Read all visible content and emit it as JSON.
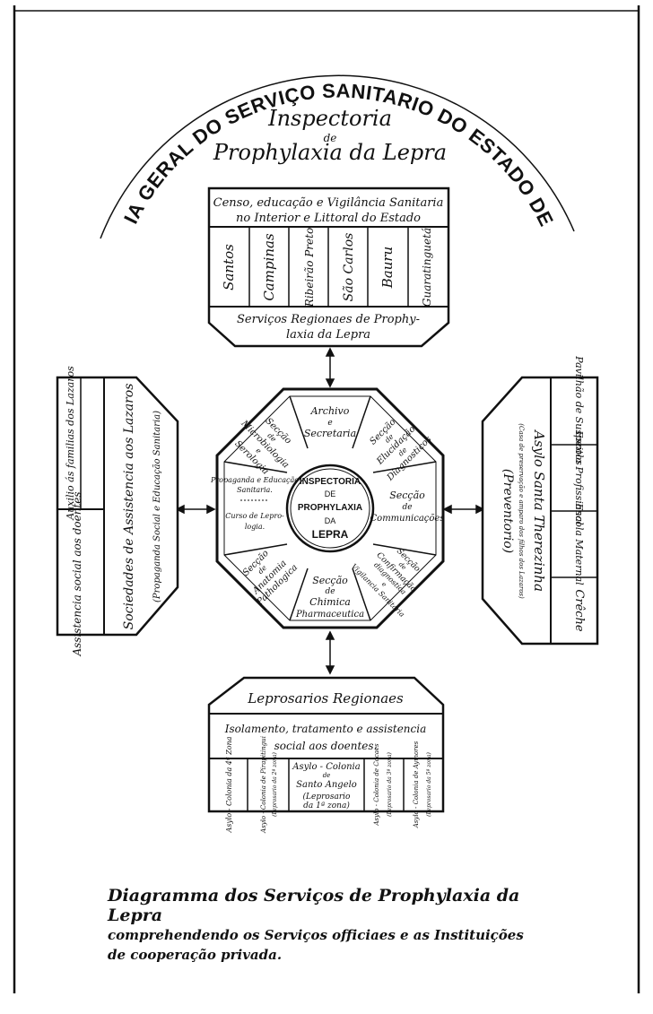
{
  "header": {
    "arc_title": "DIRECTORIA GERAL DO SERVIÇO SANITARIO DO ESTADO DE S.PAULO",
    "title_line1": "Inspectoria",
    "title_line2": "de",
    "title_line3": "Prophylaxia da Lepra"
  },
  "top_box": {
    "header_line1": "Censo, educação e Vigilância Sanitaria",
    "header_line2": "no Interior e Littoral do Estado",
    "cities": [
      "Santos",
      "Campinas",
      "Ribeirão Preto",
      "São Carlos",
      "Bauru",
      "Guaratinguetá"
    ],
    "footer_line1": "Serviços Regionaes de Prophy-",
    "footer_line2": "laxia da Lepra"
  },
  "center": {
    "core_line1": "INSPECTORIA",
    "core_line2": "DE",
    "core_line3": "PROPHYLAXIA",
    "core_line4": "DA",
    "core_line5": "LEPRA",
    "sections": [
      {
        "l1": "Archivo",
        "l2": "e",
        "l3": "Secretaria"
      },
      {
        "l1": "Secção",
        "l2": "de",
        "l3": "Elucidação",
        "l4": "de",
        "l5": "Diagnosticos"
      },
      {
        "l1": "Secção",
        "l2": "de",
        "l3": "Communicações"
      },
      {
        "l1": "Secção",
        "l2": "de",
        "l3": "Confirmação",
        "l4": "diagnostica",
        "l5": "e",
        "l6": "Vigilancia Sanitaria"
      },
      {
        "l1": "Secção",
        "l2": "de",
        "l3": "Chimica",
        "l4": "Pharmaceutica"
      },
      {
        "l1": "Secção",
        "l2": "de",
        "l3": "Anatomia",
        "l4": "Pathologica"
      },
      {
        "l1": "Propaganda e Educação",
        "l2": "Sanitaria.",
        "l3": "Curso de Lepro-",
        "l4": "logia."
      },
      {
        "l1": "Secção",
        "l2": "de",
        "l3": "Microbiologia",
        "l4": "e",
        "l5": "Serologia"
      }
    ]
  },
  "left_box": {
    "top_col": "Auxilio ás familias dos Lazaros",
    "bottom_col": "Assistencia social aos doentes",
    "middle_title": "Sociedades de Assistencia aos Lazaros",
    "middle_sub": "(Propaganda Social e Educação Sanitaria)"
  },
  "right_box": {
    "cells_top": [
      "Pavilhão de Suspeitos",
      "Escola Profissional",
      "Escola Maternal",
      "Crêche"
    ],
    "title": "Asylo Santa Therezinha",
    "subtitle": "(Casa de preservação e amparo dos filhos dos Lazaros)",
    "label": "(Preventorio)"
  },
  "bottom_box": {
    "header": "Leprosarios Regionaes",
    "sub_line1": "Isolamento, tratamento e assistencia",
    "sub_line2": "social aos doentes.",
    "col1": "Asylo - Colonia da 4ª Zona",
    "col2a": "Asylo - Colonia de Pirapitingui",
    "col2b": "(Leprosario da 2ª zona)",
    "col3_l1": "Asylo - Colonia",
    "col3_l2": "de",
    "col3_l3": "Santo Angelo",
    "col3_l4": "(Leprosario",
    "col3_l5": "da 1ª zona)",
    "col4a": "Asylo - Colonia de Cocaes",
    "col4b": "(Leprosario da 3ª zona)",
    "col5a": "Asylo - Colonia de Aymores",
    "col5b": "(Leprosario da 5ª zona)"
  },
  "caption": {
    "line1": "Diagramma dos Serviços de Prophylaxia da Lepra",
    "line2": "comprehendendo os Serviços officiaes e as Instituições",
    "line3": "de cooperação privada."
  }
}
